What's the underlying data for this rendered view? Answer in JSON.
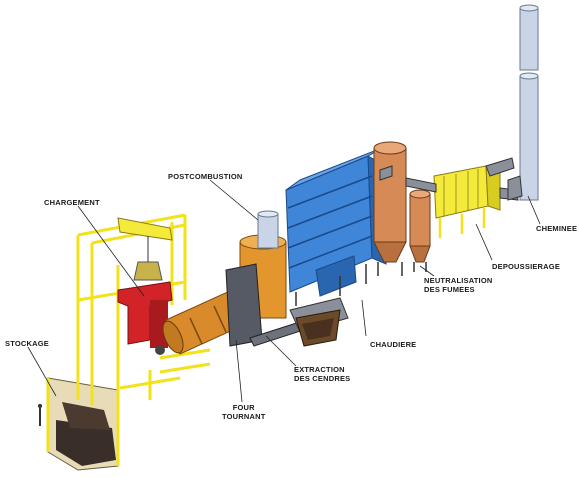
{
  "labels": {
    "postcombustion": "POSTCOMBUSTION",
    "chargement": "CHARGEMENT",
    "stockage": "STOCKAGE",
    "four_line1": "FOUR",
    "four_line2": "TOURNANT",
    "extraction_line1": "EXTRACTION",
    "extraction_line2": "DES CENDRES",
    "chaudiere": "CHAUDIERE",
    "neutralisation_line1": "NEUTRALISATION",
    "neutralisation_line2": "DES FUMEES",
    "depoussierage": "DEPOUSSIERAGE",
    "cheminee": "CHEMINEE"
  },
  "colors": {
    "frame_yellow": "#f2e21a",
    "boiler_blue": "#3f86d8",
    "kiln_orange": "#d98a2b",
    "postcombustion_orange": "#e3962e",
    "loader_red": "#d22328",
    "neutralisation_copper": "#d68a55",
    "filter_yellow": "#f3ea3a",
    "stack_steel": "#c9d4e6",
    "duct_grey": "#8a8f99",
    "waste_dark": "#3a2e28"
  }
}
